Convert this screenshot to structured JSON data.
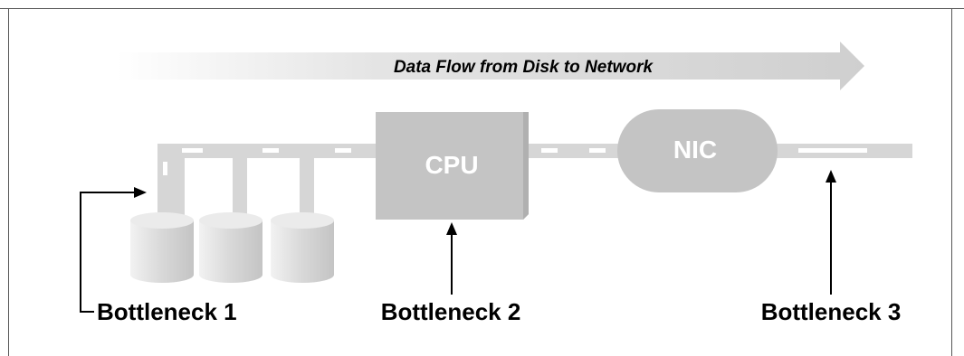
{
  "banner": {
    "label": "Data Flow from Disk to Network"
  },
  "components": {
    "cpu": "CPU",
    "nic": "NIC"
  },
  "bottlenecks": [
    {
      "label": "Bottleneck 1"
    },
    {
      "label": "Bottleneck 2"
    },
    {
      "label": "Bottleneck 3"
    }
  ],
  "colors": {
    "component_fill": "#c4c4c4",
    "bus": "#d6d6d6",
    "dash": "#ffffff",
    "frame": "#555555",
    "arrow": "#000000"
  }
}
